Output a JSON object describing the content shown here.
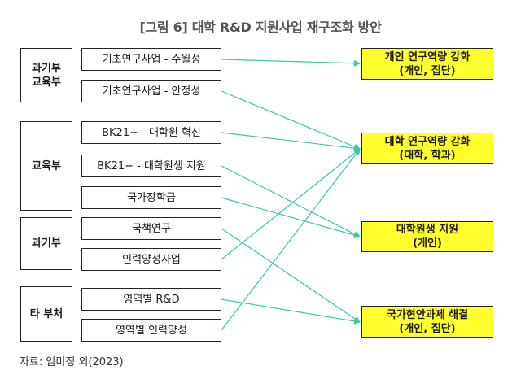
{
  "title": "[그림 6] 대학 R&D 지원사업 재구조화 방안",
  "ministries": [
    {
      "label": "과기부\n교육부"
    },
    {
      "label": "교육부"
    },
    {
      "label": "과기부"
    },
    {
      "label": "타 부처"
    }
  ],
  "programs": [
    {
      "label": "기초연구사업 - 수월성"
    },
    {
      "label": "기초연구사업 - 안정성"
    },
    {
      "label": "BK21+ - 대학원 혁신"
    },
    {
      "label": "BK21+ - 대학원생 지원"
    },
    {
      "label": "국가장학금"
    },
    {
      "label": "국책연구"
    },
    {
      "label": "인력양성사업"
    },
    {
      "label": "영역별 R&D"
    },
    {
      "label": "영역별 인력양성"
    }
  ],
  "goals": [
    {
      "title": "개인 연구역량 강화",
      "sub": "(개인, 집단)"
    },
    {
      "title": "대학 연구역량 강화",
      "sub": "(대학, 학과)"
    },
    {
      "title": "대학원생 지원",
      "sub": "(개인)"
    },
    {
      "title": "국가현안과제 해결",
      "sub": "(개인, 집단)"
    }
  ],
  "connections": [
    {
      "from": 0,
      "to": 0
    },
    {
      "from": 1,
      "to": 1
    },
    {
      "from": 2,
      "to": 1
    },
    {
      "from": 3,
      "to": 2
    },
    {
      "from": 4,
      "to": 2
    },
    {
      "from": 5,
      "to": 3
    },
    {
      "from": 6,
      "to": 1
    },
    {
      "from": 7,
      "to": 3
    },
    {
      "from": 8,
      "to": 1
    }
  ],
  "colors": {
    "arrow": "#3fc6a6",
    "goal_fill": "#ffff2e"
  },
  "source": "자료: 엄미정 외(2023)"
}
